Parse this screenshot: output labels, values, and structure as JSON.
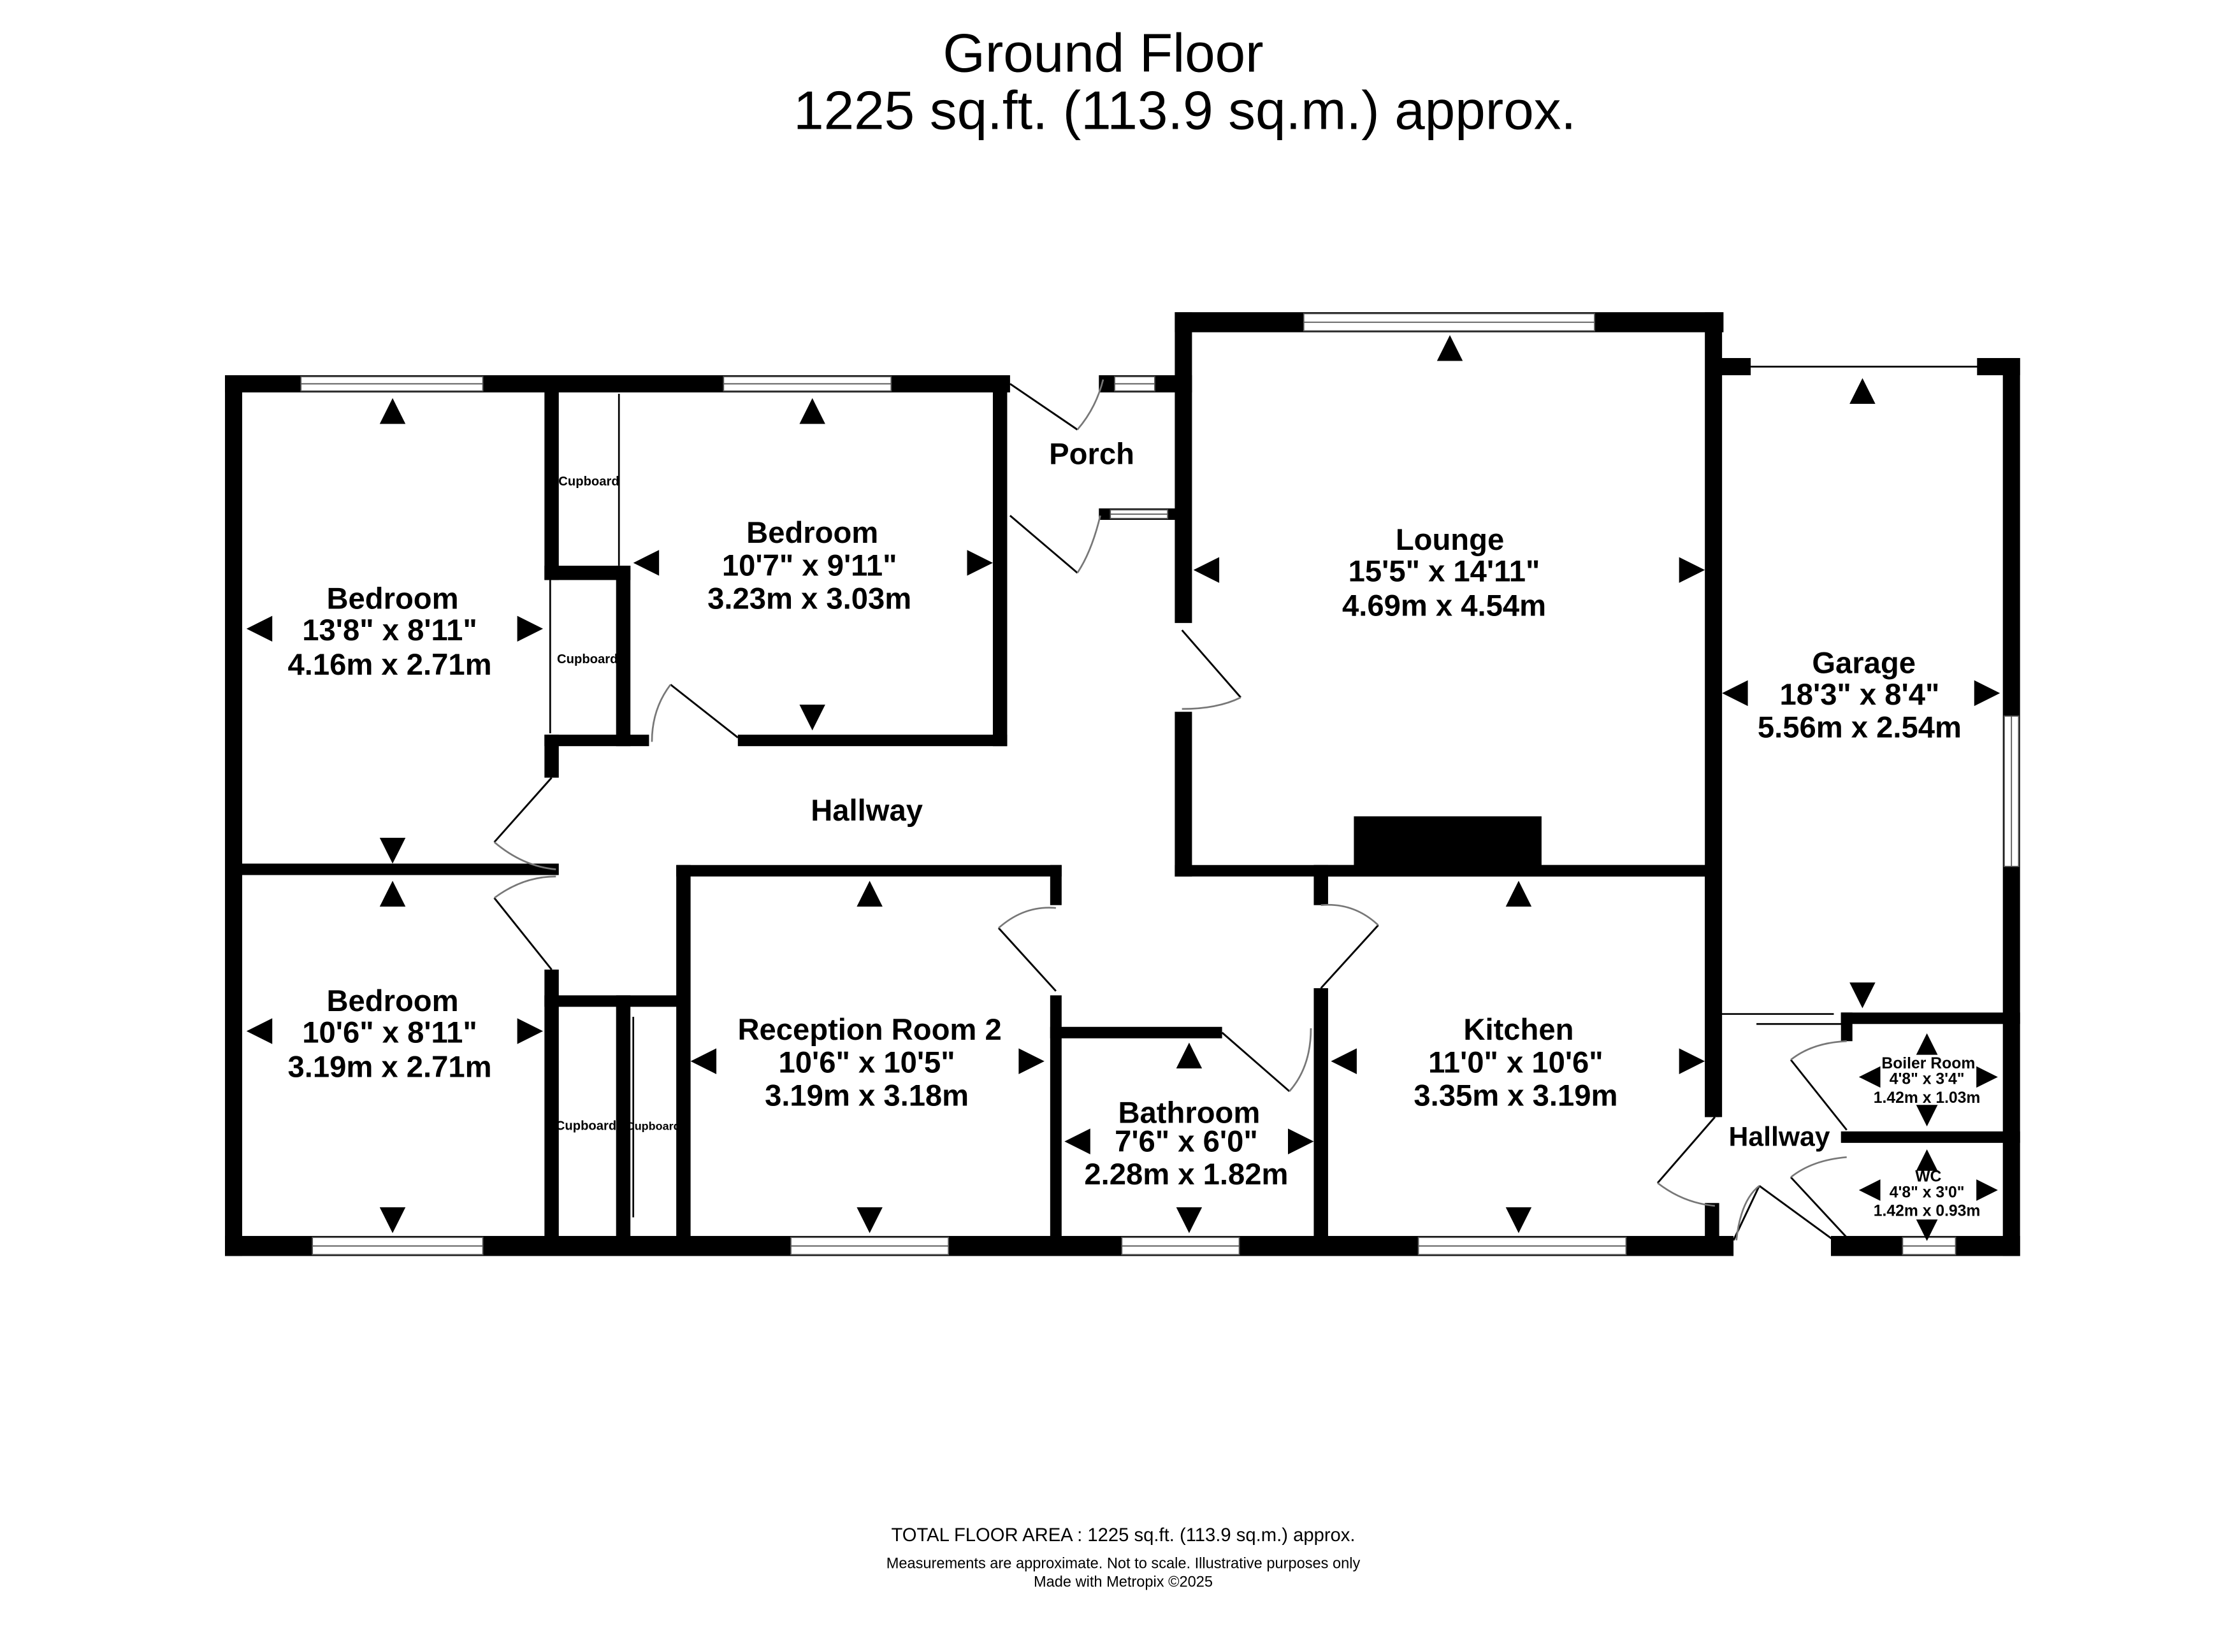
{
  "header": {
    "title": "Ground Floor",
    "subtitle": "1225 sq.ft. (113.9 sq.m.) approx."
  },
  "rooms": {
    "bedroom1": {
      "name": "Bedroom",
      "imperial": "13'8\"  x 8'11\"",
      "metric": "4.16m  x 2.71m"
    },
    "bedroom2": {
      "name": "Bedroom",
      "imperial": "10'7\"  x 9'11\"",
      "metric": "3.23m  x 3.03m"
    },
    "bedroom3": {
      "name": "Bedroom",
      "imperial": "10'6\"  x 8'11\"",
      "metric": "3.19m  x 2.71m"
    },
    "reception": {
      "name": "Reception Room 2",
      "imperial": "10'6\"  x 10'5\"",
      "metric": "3.19m  x 3.18m"
    },
    "bathroom": {
      "name": "Bathroom",
      "imperial": "7'6\"  x 6'0\"",
      "metric": "2.28m  x 1.82m"
    },
    "kitchen": {
      "name": "Kitchen",
      "imperial": "11'0\"  x 10'6\"",
      "metric": "3.35m  x 3.19m"
    },
    "lounge": {
      "name": "Lounge",
      "imperial": "15'5\"  x 14'11\"",
      "metric": "4.69m  x 4.54m"
    },
    "garage": {
      "name": "Garage",
      "imperial": "18'3\"  x 8'4\"",
      "metric": "5.56m  x 2.54m"
    },
    "boiler": {
      "name": "Boiler Room",
      "imperial": "4'8\"  x 3'4\"",
      "metric": "1.42m  x 1.03m"
    },
    "wc": {
      "name": "WC",
      "imperial": "4'8\"  x 3'0\"",
      "metric": "1.42m  x 0.93m"
    }
  },
  "labels": {
    "porch": "Porch",
    "hallway": "Hallway",
    "hallway2": "Hallway",
    "cupboard": "Cupboard"
  },
  "footer": {
    "total": "TOTAL FLOOR AREA : 1225 sq.ft. (113.9 sq.m.) approx.",
    "disclaimer": "Measurements are approximate.  Not to scale.  Illustrative purposes only",
    "credit": "Made with Metropix ©2025"
  }
}
